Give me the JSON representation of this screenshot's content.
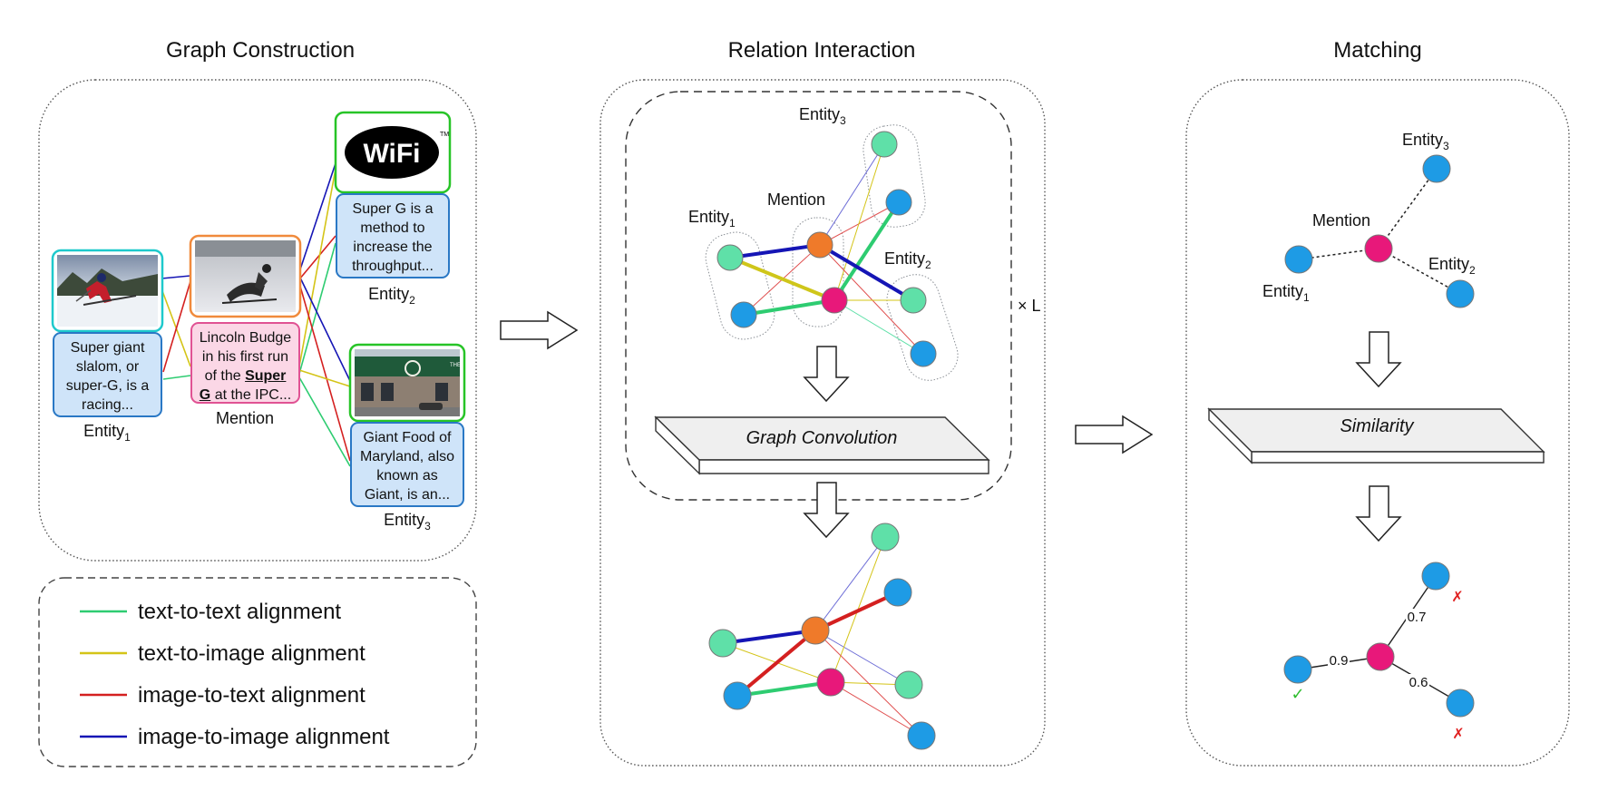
{
  "sections": {
    "graph_construction": "Graph Construction",
    "relation_interaction": "Relation Interaction",
    "matching": "Matching"
  },
  "graph_construction": {
    "entity1": {
      "label": "Entity",
      "sub": "1",
      "text": "Super giant slalom, or super-G, is a racing..."
    },
    "mention": {
      "label": "Mention",
      "text_before": "Lincoln Budge in his first run of the ",
      "text_bold": "Super G",
      "text_after": " at the IPC..."
    },
    "entity2": {
      "label": "Entity",
      "sub": "2",
      "text": "Super G is a method to increase the throughput..."
    },
    "entity3": {
      "label": "Entity",
      "sub": "3",
      "text": "Giant Food of Maryland, also known as Giant, is an..."
    },
    "wifi_logo": {
      "word": "WiFi",
      "mark": "TM"
    },
    "store_sign": "THE"
  },
  "legend": [
    {
      "label": "text-to-text alignment",
      "color": "#2ecc71"
    },
    {
      "label": "text-to-image alignment",
      "color": "#d4c417"
    },
    {
      "label": "image-to-text alignment",
      "color": "#d42020"
    },
    {
      "label": "image-to-image alignment",
      "color": "#1515b5"
    }
  ],
  "relation_interaction": {
    "entity1": {
      "label": "Entity",
      "sub": "1"
    },
    "entity2": {
      "label": "Entity",
      "sub": "2"
    },
    "entity3": {
      "label": "Entity",
      "sub": "3"
    },
    "mention": "Mention",
    "repeat": "× L",
    "layer": "Graph Convolution"
  },
  "matching": {
    "entity1": {
      "label": "Entity",
      "sub": "1"
    },
    "entity2": {
      "label": "Entity",
      "sub": "2"
    },
    "entity3": {
      "label": "Entity",
      "sub": "3"
    },
    "mention": "Mention",
    "layer": "Similarity",
    "scores": [
      "0.9",
      "0.7",
      "0.6"
    ],
    "marks": {
      "correct": "✓",
      "wrong": "✗"
    }
  },
  "colors": {
    "text_node": "#5fe0a8",
    "image_node": "#1e9be5",
    "mention_text_node": "#e8187a",
    "mention_image_node": "#ef7a2a",
    "entity_card_border": "#2a78c5",
    "mention_card_border": "#e05293",
    "entity_image_border": "#1ec9cc",
    "entity2_image_border": "#27c427",
    "mention_image_border": "#f08a3c"
  }
}
